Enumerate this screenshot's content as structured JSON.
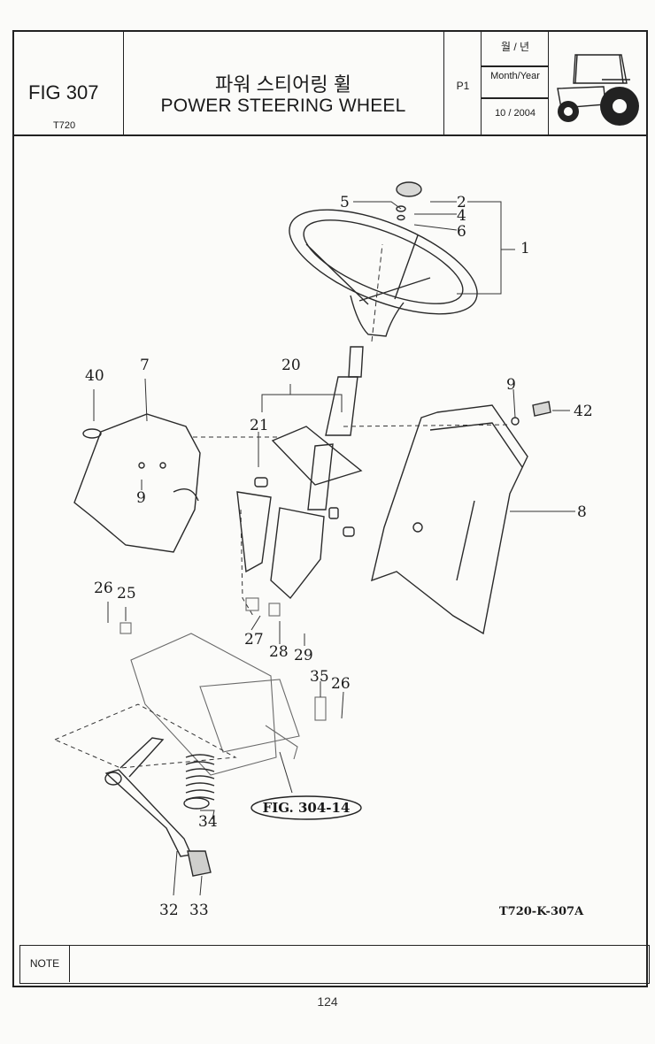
{
  "header": {
    "fig_number": "FIG 307",
    "model": "T720",
    "title_korean": "파워 스티어링 휠",
    "title_english": "POWER STEERING WHEEL",
    "page_code": "P1",
    "month_year_korean": "월 / 년",
    "month_year_label": "Month/Year",
    "date": "10 / 2004"
  },
  "diagram": {
    "callouts": [
      "1",
      "2",
      "4",
      "5",
      "6",
      "7",
      "8",
      "9",
      "9",
      "20",
      "21",
      "25",
      "26",
      "26",
      "27",
      "28",
      "29",
      "32",
      "33",
      "34",
      "35",
      "40",
      "42"
    ],
    "reference_label": "FIG. 304-14",
    "drawing_code": "T720-K-307A"
  },
  "footer": {
    "note_label": "NOTE",
    "page_number": "124"
  }
}
